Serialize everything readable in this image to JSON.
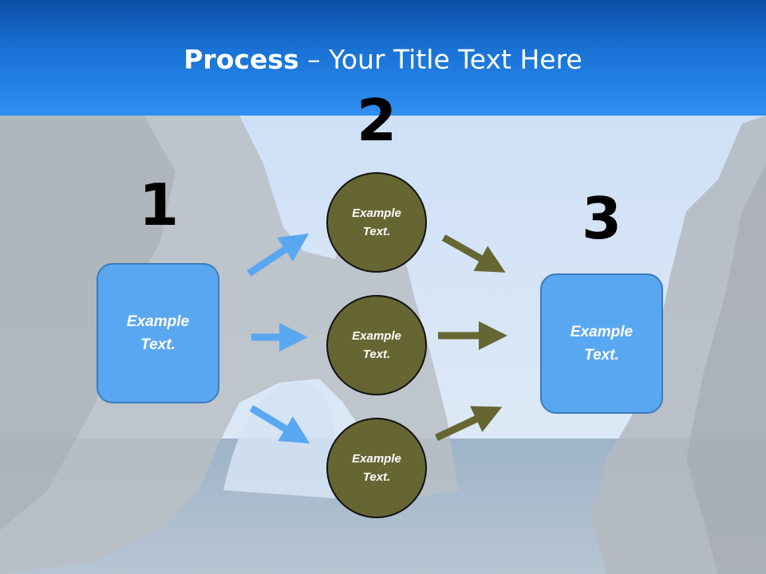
{
  "slide": {
    "title_bold": "Process",
    "title_rest": " – Your Title Text Here"
  },
  "steps": {
    "one": "1",
    "two": "2",
    "three": "3"
  },
  "left_box": {
    "text": "Example Text."
  },
  "right_box": {
    "text": "Example Text."
  },
  "circles": [
    {
      "text": "Example Text."
    },
    {
      "text": "Example Text."
    },
    {
      "text": "Example Text."
    }
  ],
  "colors": {
    "header": "#1a73d6",
    "box_fill": "#5aa7f1",
    "circle_fill": "#666633",
    "blue_arrow": "#5aa7f1",
    "olive_arrow": "#666633"
  }
}
